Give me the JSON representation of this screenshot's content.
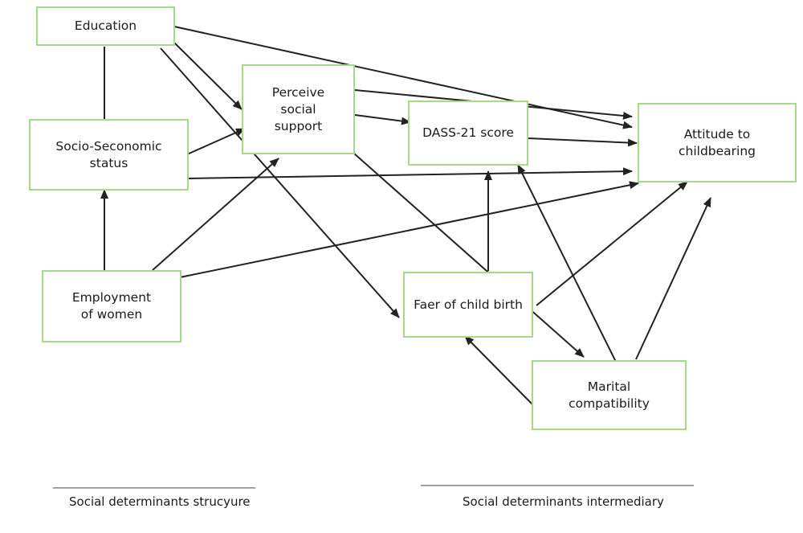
{
  "nodes": {
    "education": "Education",
    "ses": "Socio-Seconomic\nstatus",
    "employment": "Employment\nof women",
    "social_support": "Perceive\nsocial\nsupport",
    "dass": "DASS-21 score",
    "attitude": "Attitude to\nchildbearing",
    "fear": "Faer of child birth",
    "marital": "Marital\ncompatibility"
  },
  "captions": {
    "structure": "Social determinants strucyure",
    "intermediary": "Social determinants intermediary"
  },
  "colors": {
    "box_border": "#a8d98a",
    "arrow": "#222222"
  }
}
